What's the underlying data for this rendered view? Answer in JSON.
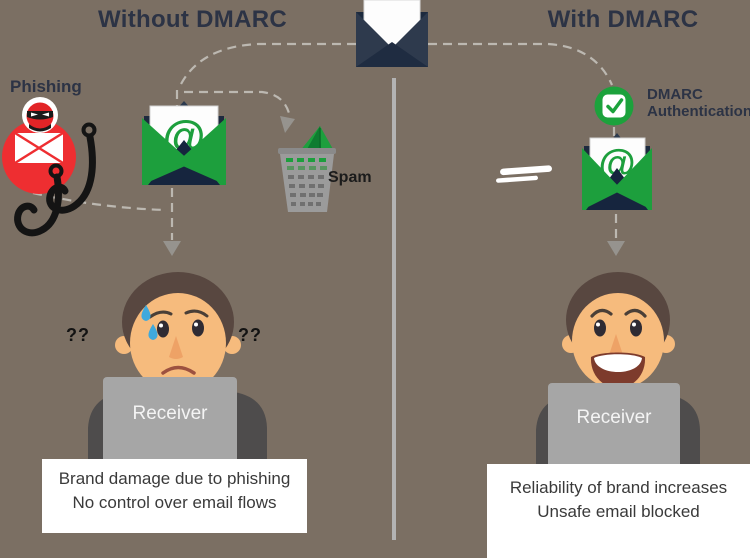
{
  "header": {
    "left_title": "Without DMARC",
    "right_title": "With DMARC"
  },
  "left": {
    "phishing_label": "Phishing",
    "spam_label": "Spam",
    "question_left": "??",
    "question_right": "??",
    "receiver_label": "Receiver",
    "caption_line1": "Brand damage due to phishing",
    "caption_line2": "No control over email flows"
  },
  "right": {
    "auth_line1": "DMARC",
    "auth_line2": "Authentication",
    "receiver_label": "Receiver",
    "caption_line1": "Reliability of brand increases",
    "caption_line2": "Unsafe email blocked"
  },
  "glyphs": {
    "at_symbol": "@"
  },
  "colors": {
    "background": "#7b6f63",
    "navy": "#2c3345",
    "green": "#1d9f3d",
    "red": "#ee2e31",
    "laptop_gray": "#a6a6a6",
    "divider_gray": "#b3b3b3",
    "dash_gray": "#bcb8b1",
    "caption_text": "#3a3a3a",
    "skin": "#f6bb7d",
    "hair_brown": "#584740",
    "sweat_blue": "#3fa9dc"
  }
}
